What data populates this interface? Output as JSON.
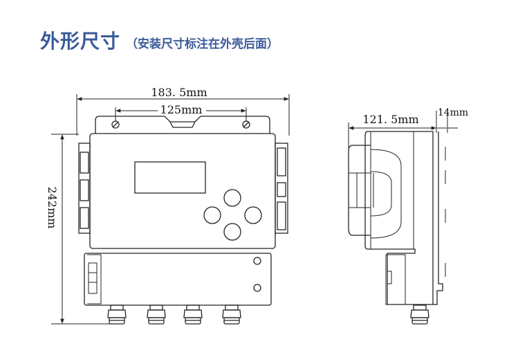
{
  "heading": {
    "title": "外形尺寸",
    "subtitle": "（安装尺寸标注在外壳后面）",
    "color": "#3a5a99"
  },
  "front_view": {
    "overall_width": "183. 5mm",
    "hole_spacing": "125mm",
    "height": "242mm"
  },
  "side_view": {
    "depth": "121. 5mm",
    "bracket": "14mm"
  }
}
